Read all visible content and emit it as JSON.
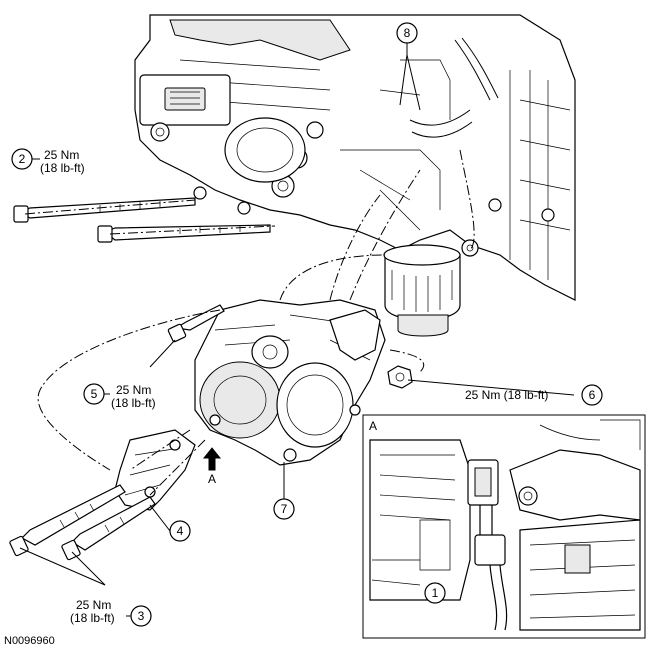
{
  "diagram": {
    "id_code": "N0096960",
    "callouts": [
      {
        "num": "1"
      },
      {
        "num": "2"
      },
      {
        "num": "3"
      },
      {
        "num": "4"
      },
      {
        "num": "5"
      },
      {
        "num": "6"
      },
      {
        "num": "7"
      },
      {
        "num": "8"
      }
    ],
    "torque_2": {
      "line1": "25 Nm",
      "line2": "(18 lb-ft)"
    },
    "torque_5": {
      "line1": "25 Nm",
      "line2": "(18 lb-ft)"
    },
    "torque_6": {
      "line1": "25 Nm (18 lb-ft)"
    },
    "torque_3": {
      "line1": "25 Nm",
      "line2": "(18 lb-ft)"
    },
    "view_arrow_label": "A",
    "inset_label": "A"
  }
}
